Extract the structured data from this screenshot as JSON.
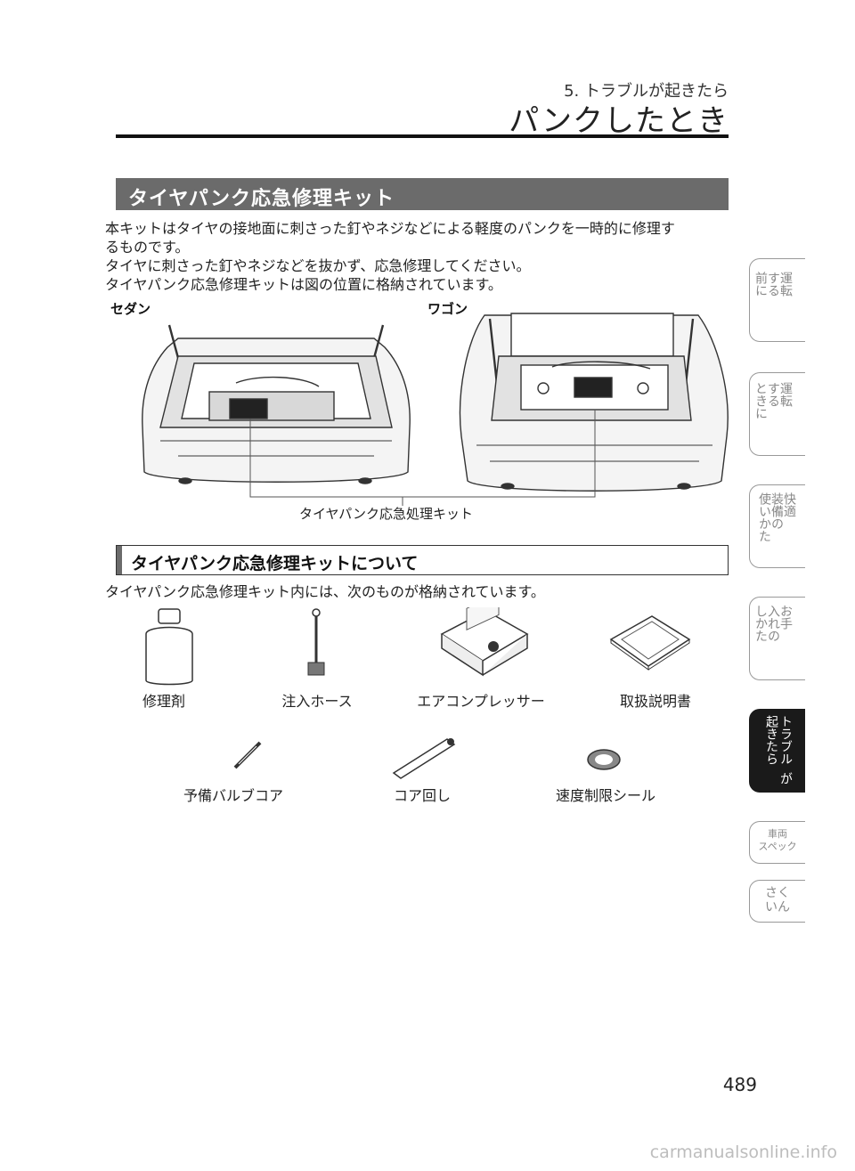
{
  "header": {
    "chapter": "5. トラブルが起きたら",
    "title": "パンクしたとき"
  },
  "section": {
    "title": "タイヤパンク応急修理キット",
    "paragraphs": [
      "本キットはタイヤの接地面に刺さった釘やネジなどによる軽度のパンクを一時的に修理す",
      "るものです。",
      "タイヤに刺さった釘やネジなどを抜かず、応急修理してください。",
      "タイヤパンク応急修理キットは図の位置に格納されています。"
    ]
  },
  "figure": {
    "label_sedan": "セダン",
    "label_wagon": "ワゴン",
    "caption": "タイヤパンク応急処理キット"
  },
  "subsection": {
    "title": "タイヤパンク応急修理キットについて",
    "intro": "タイヤパンク応急修理キット内には、次のものが格納されています。"
  },
  "items": [
    {
      "label": "修理剤",
      "icon": "sealant-bottle-icon"
    },
    {
      "label": "注入ホース",
      "icon": "injection-hose-icon"
    },
    {
      "label": "エアコンプレッサー",
      "icon": "air-compressor-icon"
    },
    {
      "label": "取扱説明書",
      "icon": "manual-icon"
    },
    {
      "label": "予備バルブコア",
      "icon": "valve-core-icon"
    },
    {
      "label": "コア回し",
      "icon": "core-tool-icon"
    },
    {
      "label": "速度制限シール",
      "icon": "speed-sticker-icon"
    }
  ],
  "side_tabs": [
    {
      "col1": "運転",
      "col2": "する",
      "col3": "前に",
      "active": false
    },
    {
      "col1": "運転",
      "col2": "する",
      "col3": "ときに",
      "active": false
    },
    {
      "col1": "快適",
      "col2": "装備の",
      "col3": "使いかた",
      "active": false
    },
    {
      "col1": "お手",
      "col2": "入れの",
      "col3": "しかた",
      "active": false
    },
    {
      "col1": "トラブル",
      "col2": "が",
      "col3": "起きたら",
      "active": true
    },
    {
      "line1": "車両",
      "line2": "スペック",
      "active": false
    },
    {
      "line1": "さく",
      "line2": "いん",
      "active": false
    }
  ],
  "page_number": "489",
  "watermark": "carmanualsonline.info"
}
